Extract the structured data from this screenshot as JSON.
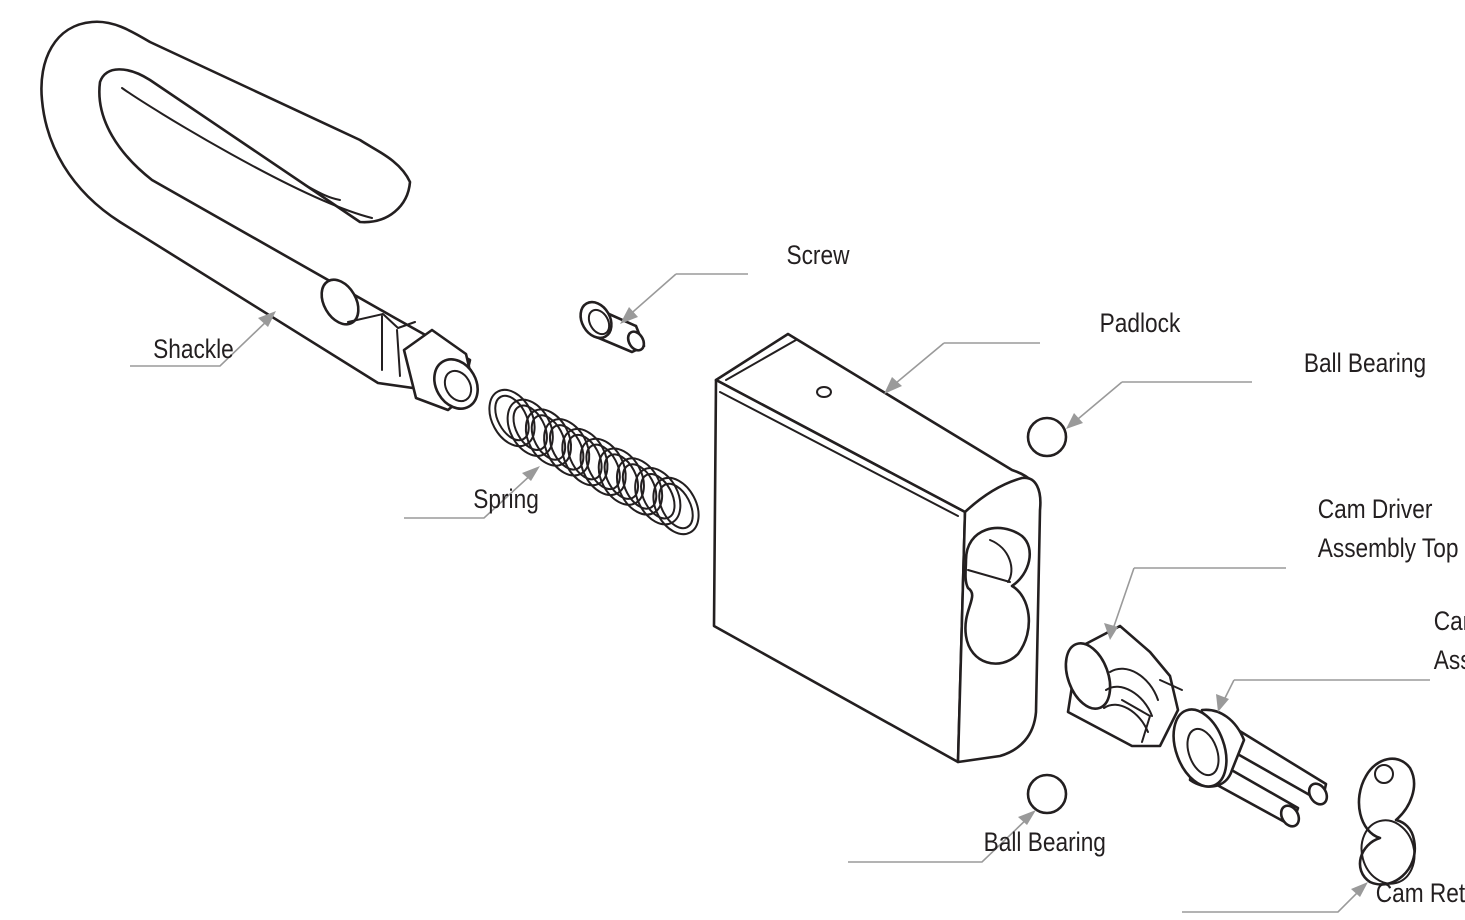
{
  "labels": {
    "shackle": "Shackle",
    "screw": "Screw",
    "spring": "Spring",
    "padlock": "Padlock",
    "ball_bearing_top": "Ball Bearing",
    "ball_bearing_bottom": "Ball Bearing",
    "cam_driver_top_line1": "Cam Driver",
    "cam_driver_top_line2": "Assembly Top",
    "cam_driver_bottom_line1": "Cam Driver",
    "cam_driver_bottom_line2": "Assembly Bottom",
    "cam_retainer": "Cam Retainer"
  },
  "colors": {
    "line": "#231f20",
    "leader": "#9a9a9a",
    "background": "#ffffff"
  }
}
